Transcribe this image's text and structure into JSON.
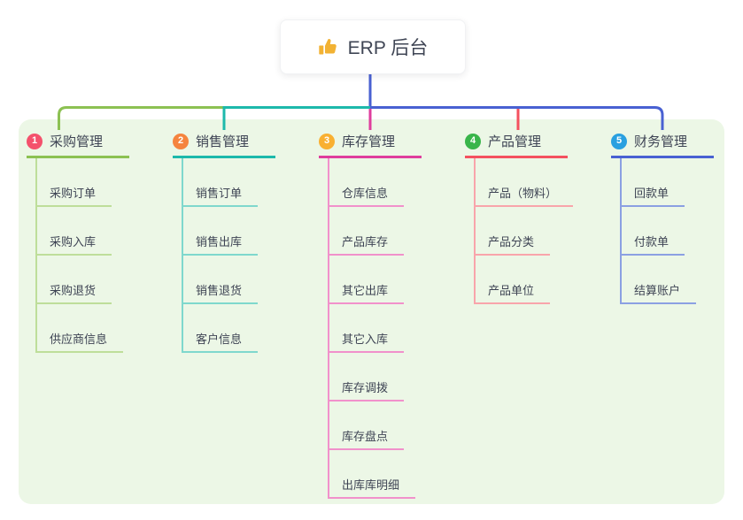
{
  "root": {
    "icon": "thumbs-up-icon",
    "title": "ERP 后台"
  },
  "branches": [
    {
      "num": "1",
      "label": "采购管理",
      "badge_color": "#f4516c",
      "color": "#8cc152",
      "light_color": "#bede9a",
      "children": [
        "采购订单",
        "采购入库",
        "采购退货",
        "供应商信息"
      ]
    },
    {
      "num": "2",
      "label": "销售管理",
      "badge_color": "#f5843e",
      "color": "#1db9ab",
      "light_color": "#7fd8cd",
      "children": [
        "销售订单",
        "销售出库",
        "销售退货",
        "客户信息"
      ]
    },
    {
      "num": "3",
      "label": "库存管理",
      "badge_color": "#f9b031",
      "color": "#df3d9d",
      "light_color": "#f191cb",
      "children": [
        "仓库信息",
        "产品库存",
        "其它出库",
        "其它入库",
        "库存调拨",
        "库存盘点",
        "出库库明细"
      ]
    },
    {
      "num": "4",
      "label": "产品管理",
      "badge_color": "#39b54a",
      "color": "#f4515f",
      "light_color": "#f9a5ab",
      "children": [
        "产品（物料）",
        "产品分类",
        "产品单位"
      ]
    },
    {
      "num": "5",
      "label": "财务管理",
      "badge_color": "#29a0e0",
      "color": "#4961d2",
      "light_color": "#8ba0e2",
      "children": [
        "回款单",
        "付款单",
        "结算账户"
      ]
    }
  ],
  "colors": {
    "panel_bg": "#ecf7e6",
    "root_connector": "#4961d2",
    "text": "#3e4454",
    "thumb_icon": "#f2b233"
  }
}
